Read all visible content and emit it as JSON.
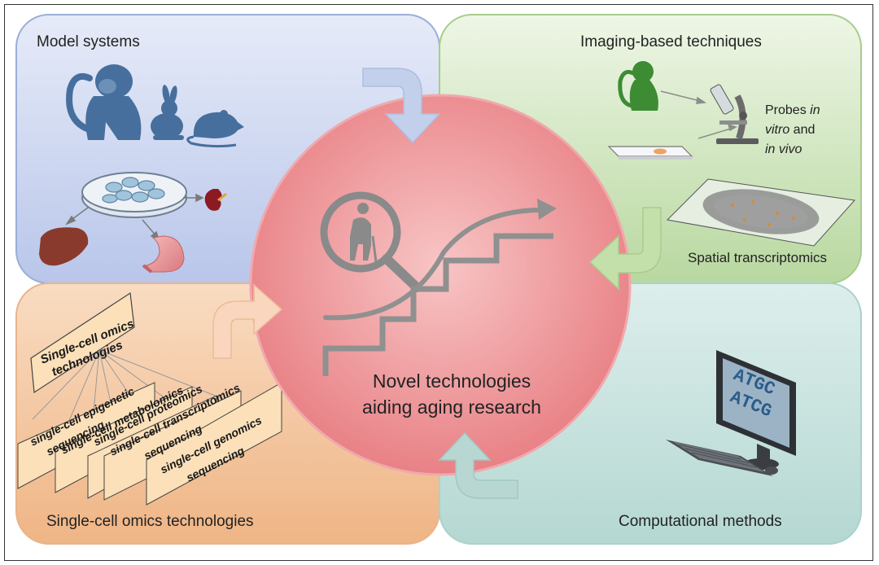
{
  "panels": {
    "model_systems": {
      "title": "Model systems"
    },
    "imaging": {
      "title": "Imaging-based techniques",
      "probes_line1": "Probes ",
      "probes_italic1": "in",
      "probes_line2_italic": "vitro",
      "probes_line2_rest": " and",
      "probes_line3_italic": "in vivo",
      "spatial": "Spatial transcriptomics"
    },
    "single_cell": {
      "title": "Single-cell omics technologies",
      "main_card": [
        "Single-cell omics",
        "technologies"
      ],
      "cards": [
        [
          "single-cell epigenetic",
          "sequencing"
        ],
        [
          "single-cell metabolomics"
        ],
        [
          "single-cell proteomics"
        ],
        [
          "single-cell transcriptomics",
          "sequencing"
        ],
        [
          "single-cell genomics",
          "sequencing"
        ]
      ]
    },
    "computational": {
      "title": "Computational methods",
      "screen_line1": "ATGC",
      "screen_line2": "ATCG"
    }
  },
  "center": {
    "line1": "Novel technologies",
    "line2": "aiding aging research"
  },
  "colors": {
    "model_bg": "#c9d3ee",
    "imaging_bg": "#cfe3bd",
    "single_cell_bg": "#f3c7a3",
    "computational_bg": "#cfe6e2",
    "circle": "#ee8f93",
    "monkey_blue": "#466f9e",
    "monkey_green": "#3d8c33"
  }
}
